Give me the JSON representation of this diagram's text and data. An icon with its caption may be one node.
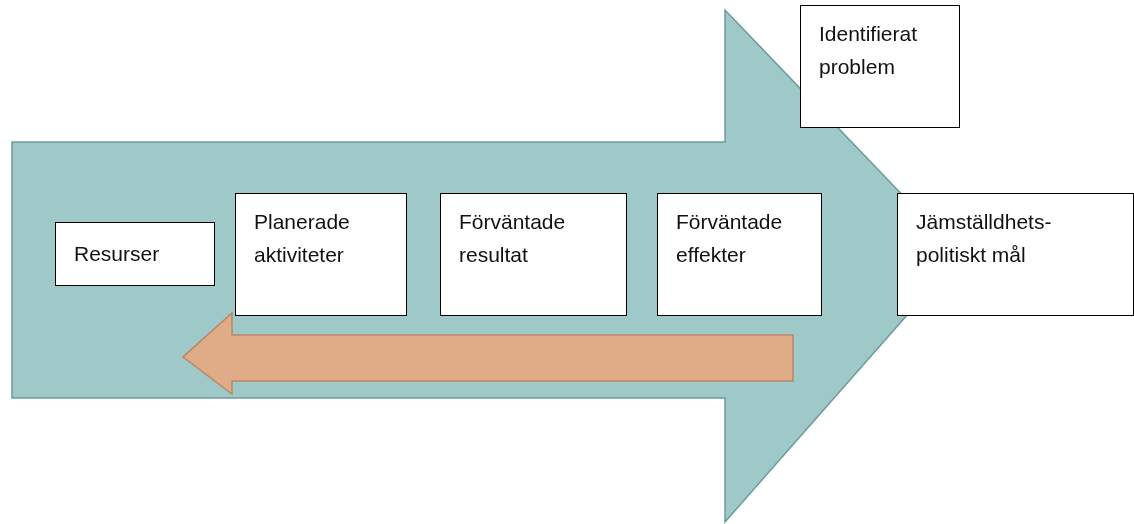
{
  "diagram": {
    "nodes": [
      {
        "text": [
          "Identifierat problem"
        ]
      },
      {
        "text": [
          "Resurser"
        ]
      },
      {
        "text": [
          "Planerade aktiviteter"
        ]
      },
      {
        "text": [
          "Förväntade resultat"
        ]
      },
      {
        "text": [
          "Förväntade effekter"
        ]
      },
      {
        "text": [
          "Jämställdhets-politiskt mål"
        ]
      }
    ]
  }
}
